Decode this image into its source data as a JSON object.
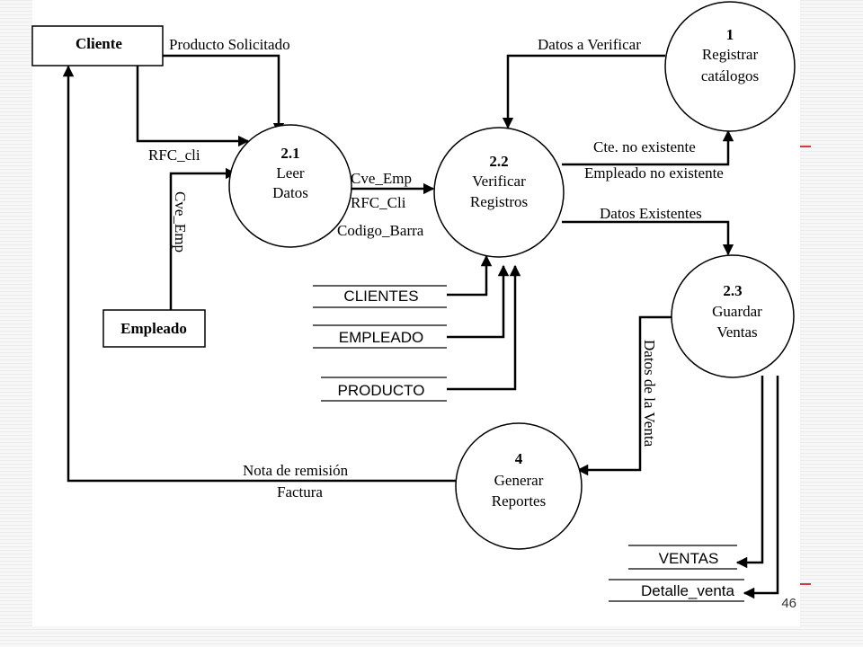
{
  "diagram": {
    "entities": {
      "cliente": "Cliente",
      "empleado": "Empleado"
    },
    "processes": {
      "p1": {
        "num": "1",
        "line1": "Registrar",
        "line2": "catálogos"
      },
      "p21": {
        "num": "2.1",
        "line1": "Leer",
        "line2": "Datos"
      },
      "p22": {
        "num": "2.2",
        "line1": "Verificar",
        "line2": "Registros"
      },
      "p23": {
        "num": "2.3",
        "line1": "Guardar",
        "line2": "Ventas"
      },
      "p4": {
        "num": "4",
        "line1": "Generar",
        "line2": "Reportes"
      }
    },
    "stores": {
      "clientes": "CLIENTES",
      "empleado": "EMPLEADO",
      "producto": "PRODUCTO",
      "ventas": "VENTAS",
      "detalle": "Detalle_venta"
    },
    "flows": {
      "producto_solicitado": "Producto Solicitado",
      "rfc_cli_in": "RFC_cli",
      "cve_emp_vertical": "Cve_Emp",
      "cve_emp": "Cve_Emp",
      "rfc_cli": "RFC_Cli",
      "codigo_barra": "Codigo_Barra",
      "datos_a_verificar": "Datos a Verificar",
      "cte_no_existente": "Cte. no existente",
      "empleado_no_existente": "Empleado no existente",
      "datos_existentes": "Datos Existentes",
      "datos_de_la_venta": "Datos de la Venta",
      "nota_de_remision": "Nota de remisión",
      "factura": "Factura"
    }
  },
  "page_number": "46"
}
